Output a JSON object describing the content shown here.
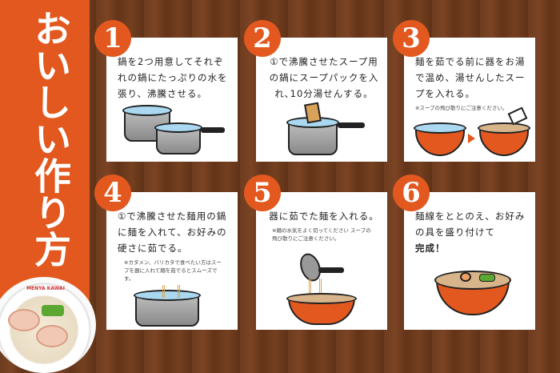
{
  "title": "おいしい作り方",
  "photo_logo": "MENYA KAWAI",
  "colors": {
    "accent": "#e2581f",
    "background": "#6e3c1f",
    "card": "#ffffff"
  },
  "steps": [
    {
      "number": "1",
      "text": "鍋を2つ用意してそれぞれの鍋にたっぷりの水を張り、沸騰させる。",
      "note": ""
    },
    {
      "number": "2",
      "text": "①で沸騰させたスープ用の鍋にスープパックを入れ､10分湯せんする。",
      "note": ""
    },
    {
      "number": "3",
      "text": "麺を茹でる前に器をお湯で温め、湯せんしたスープを入れる。",
      "note": "※スープの飛び散りにご注意ください。"
    },
    {
      "number": "4",
      "text": "①で沸騰させた麺用の鍋に麺を入れて、お好みの硬さに茹でる。",
      "note": "※カタメン、バリカタで食べたい方はスープを器に入れて麺を茹でるとスムーズです。"
    },
    {
      "number": "5",
      "text": "器に茹でた麺を入れる。",
      "note": "※麺の水気をよく切ってください スープの飛び散りにご注意ください。"
    },
    {
      "number": "6",
      "text": "麺線をととのえ、お好みの具を盛り付けて",
      "note": "",
      "emphasis": "完成！"
    }
  ]
}
